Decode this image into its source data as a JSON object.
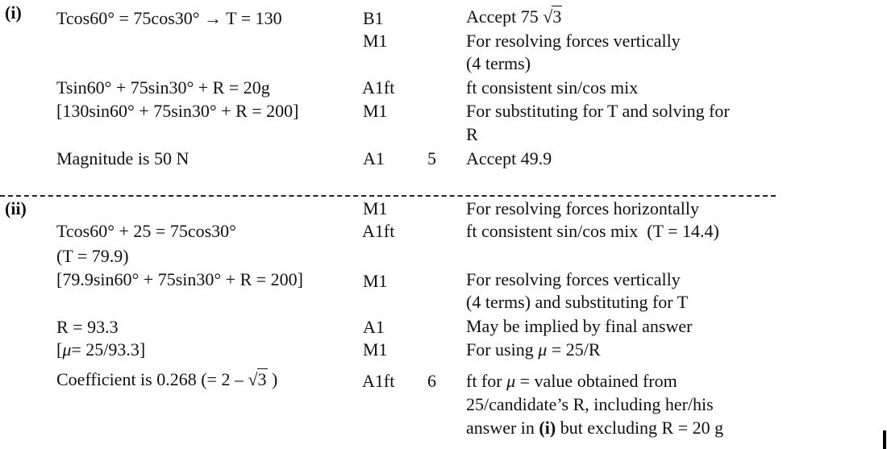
{
  "part_i": {
    "label": "(i)",
    "rows": [
      {
        "work": "Tcos60° = 75cos30° → T = 130",
        "mark": "B1",
        "note_prefix": "Accept 75 ",
        "note_sqrt_sym": "√",
        "note_sqrt_arg": "3"
      },
      {
        "mark": "M1",
        "note": "For resolving forces vertically"
      },
      {
        "note": "(4 terms)"
      },
      {
        "work": "Tsin60° + 75sin30° + R = 20g",
        "mark": "A1ft",
        "note": "ft consistent sin/cos mix"
      },
      {
        "work": "[130sin60° + 75sin30° + R = 200]",
        "mark": "M1",
        "note": "For substituting for T and solving for"
      },
      {
        "note": "R"
      },
      {
        "work": "Magnitude is 50 N",
        "mark": "A1",
        "total": "5",
        "note": "Accept 49.9"
      }
    ]
  },
  "part_ii": {
    "label": "(ii)",
    "rows": [
      {
        "mark": "M1",
        "note": "For resolving forces horizontally"
      },
      {
        "work": "Tcos60° + 25 = 75cos30°",
        "mark": "A1ft",
        "note": "ft consistent sin/cos mix  (T = 14.4)"
      },
      {
        "work": "(T = 79.9)"
      },
      {
        "work": "[79.9sin60° + 75sin30° + R = 200]",
        "mark": "M1",
        "note": "For resolving forces vertically"
      },
      {
        "note": "(4 terms) and substituting for T"
      },
      {
        "work": "R = 93.3",
        "mark": "A1",
        "note": "May be implied by final answer"
      },
      {
        "work_prefix": "[",
        "work_mu": "μ",
        "work_suffix": "= 25/93.3]",
        "mark": "M1",
        "note_prefix": "For using ",
        "note_mu": "μ",
        "note_suffix": " = 25/R"
      },
      {
        "work_prefix": "Coefficient is 0.268 (= 2 – ",
        "work_sqrt_sym": "√",
        "work_sqrt_arg": "3",
        "work_suffix": " )",
        "mark": "A1ft",
        "total": "6",
        "note_prefix": "ft for ",
        "note_mu": "μ",
        "note_suffix": " = value obtained from"
      },
      {
        "note": "25/candidate’s R, including her/his"
      },
      {
        "note_prefix": "answer in ",
        "note_bold": "(i)",
        "note_suffix": " but excluding R = 20 g"
      }
    ]
  }
}
